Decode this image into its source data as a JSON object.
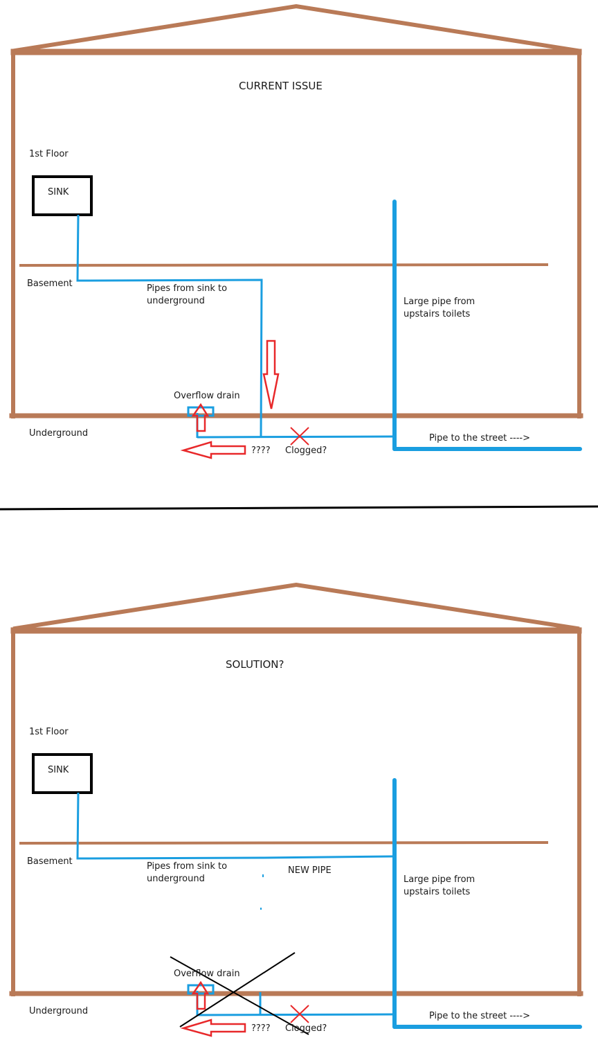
{
  "colors": {
    "wall": "#b97a57",
    "pipe": "#1a9ee0",
    "arrow": "#e8282a",
    "box": "#000000"
  },
  "panels": [
    {
      "title": "CURRENT ISSUE",
      "labels": {
        "floor": "1st Floor",
        "sink": "SINK",
        "basement": "Basement",
        "pipes_line1": "Pipes from sink to",
        "pipes_line2": "underground",
        "large_pipe_line1": "Large pipe from",
        "large_pipe_line2": "upstairs toilets",
        "overflow": "Overflow drain",
        "underground": "Underground",
        "street": "Pipe to the street ---->",
        "unknown": "????",
        "clogged": "Clogged?"
      }
    },
    {
      "title": "SOLUTION?",
      "labels": {
        "floor": "1st Floor",
        "sink": "SINK",
        "basement": "Basement",
        "pipes_line1": "Pipes from sink to",
        "pipes_line2": "underground",
        "new_pipe": "NEW PIPE",
        "large_pipe_line1": "Large pipe from",
        "large_pipe_line2": "upstairs toilets",
        "overflow": "Overflow drain",
        "underground": "Underground",
        "street": "Pipe to the street ---->",
        "unknown": "????",
        "clogged": "Clogged?"
      }
    }
  ]
}
